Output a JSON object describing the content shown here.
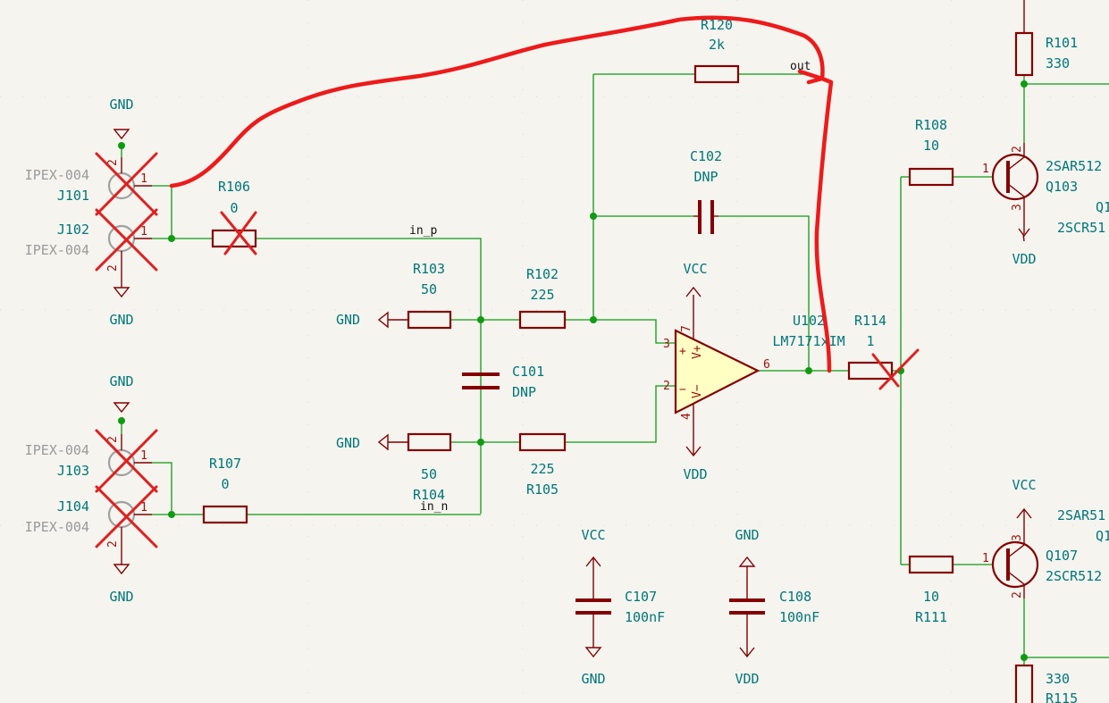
{
  "components": {
    "R120": {
      "ref": "R120",
      "value": "2k"
    },
    "R101": {
      "ref": "R101",
      "value": "330"
    },
    "R108": {
      "ref": "R108",
      "value": "10"
    },
    "Q103": {
      "ref": "Q103",
      "value": "2SAR512"
    },
    "Q103b": {
      "ref": "Q1",
      "value": "2SCR51"
    },
    "R106": {
      "ref": "R106",
      "value": "0"
    },
    "J101": {
      "ref": "J101",
      "value": "IPEX-004"
    },
    "J102": {
      "ref": "J102",
      "value": "IPEX-004"
    },
    "C102": {
      "ref": "C102",
      "value": "DNP"
    },
    "R103": {
      "ref": "R103",
      "value": "50"
    },
    "R102": {
      "ref": "R102",
      "value": "225"
    },
    "U102": {
      "ref": "U102",
      "value": "LM7171xIM"
    },
    "R114": {
      "ref": "R114",
      "value": "1"
    },
    "C101": {
      "ref": "C101",
      "value": "DNP"
    },
    "R104": {
      "ref": "R104",
      "value": "50"
    },
    "R105": {
      "ref": "R105",
      "value": "225"
    },
    "J103": {
      "ref": "J103",
      "value": "IPEX-004"
    },
    "J104": {
      "ref": "J104",
      "value": "IPEX-004"
    },
    "R107": {
      "ref": "R107",
      "value": "0"
    },
    "Q107": {
      "ref": "Q107",
      "value": "2SCR512"
    },
    "Q107b": {
      "ref": "Q1",
      "value": "2SAR51"
    },
    "R111": {
      "ref": "R111",
      "value": "10"
    },
    "C107": {
      "ref": "C107",
      "value": "100nF"
    },
    "C108": {
      "ref": "C108",
      "value": "100nF"
    },
    "R115": {
      "ref": "R115",
      "value": "330"
    }
  },
  "power": {
    "gnd": "GND",
    "vcc": "VCC",
    "vdd": "VDD"
  },
  "nets": {
    "in_p": "in_p",
    "in_n": "in_n",
    "out": "out"
  },
  "pins": {
    "p1": "1",
    "p2": "2",
    "p3": "3",
    "p4": "4",
    "p6": "6",
    "p7": "7",
    "vplus": "V+",
    "vminus": "V−",
    "plus": "+",
    "minus": "−"
  },
  "colors": {
    "wire": "#0f9b12",
    "symbol": "#840000",
    "text": "#00777a",
    "annotation": "#ee1a1a",
    "background": "#f5f4ef"
  }
}
